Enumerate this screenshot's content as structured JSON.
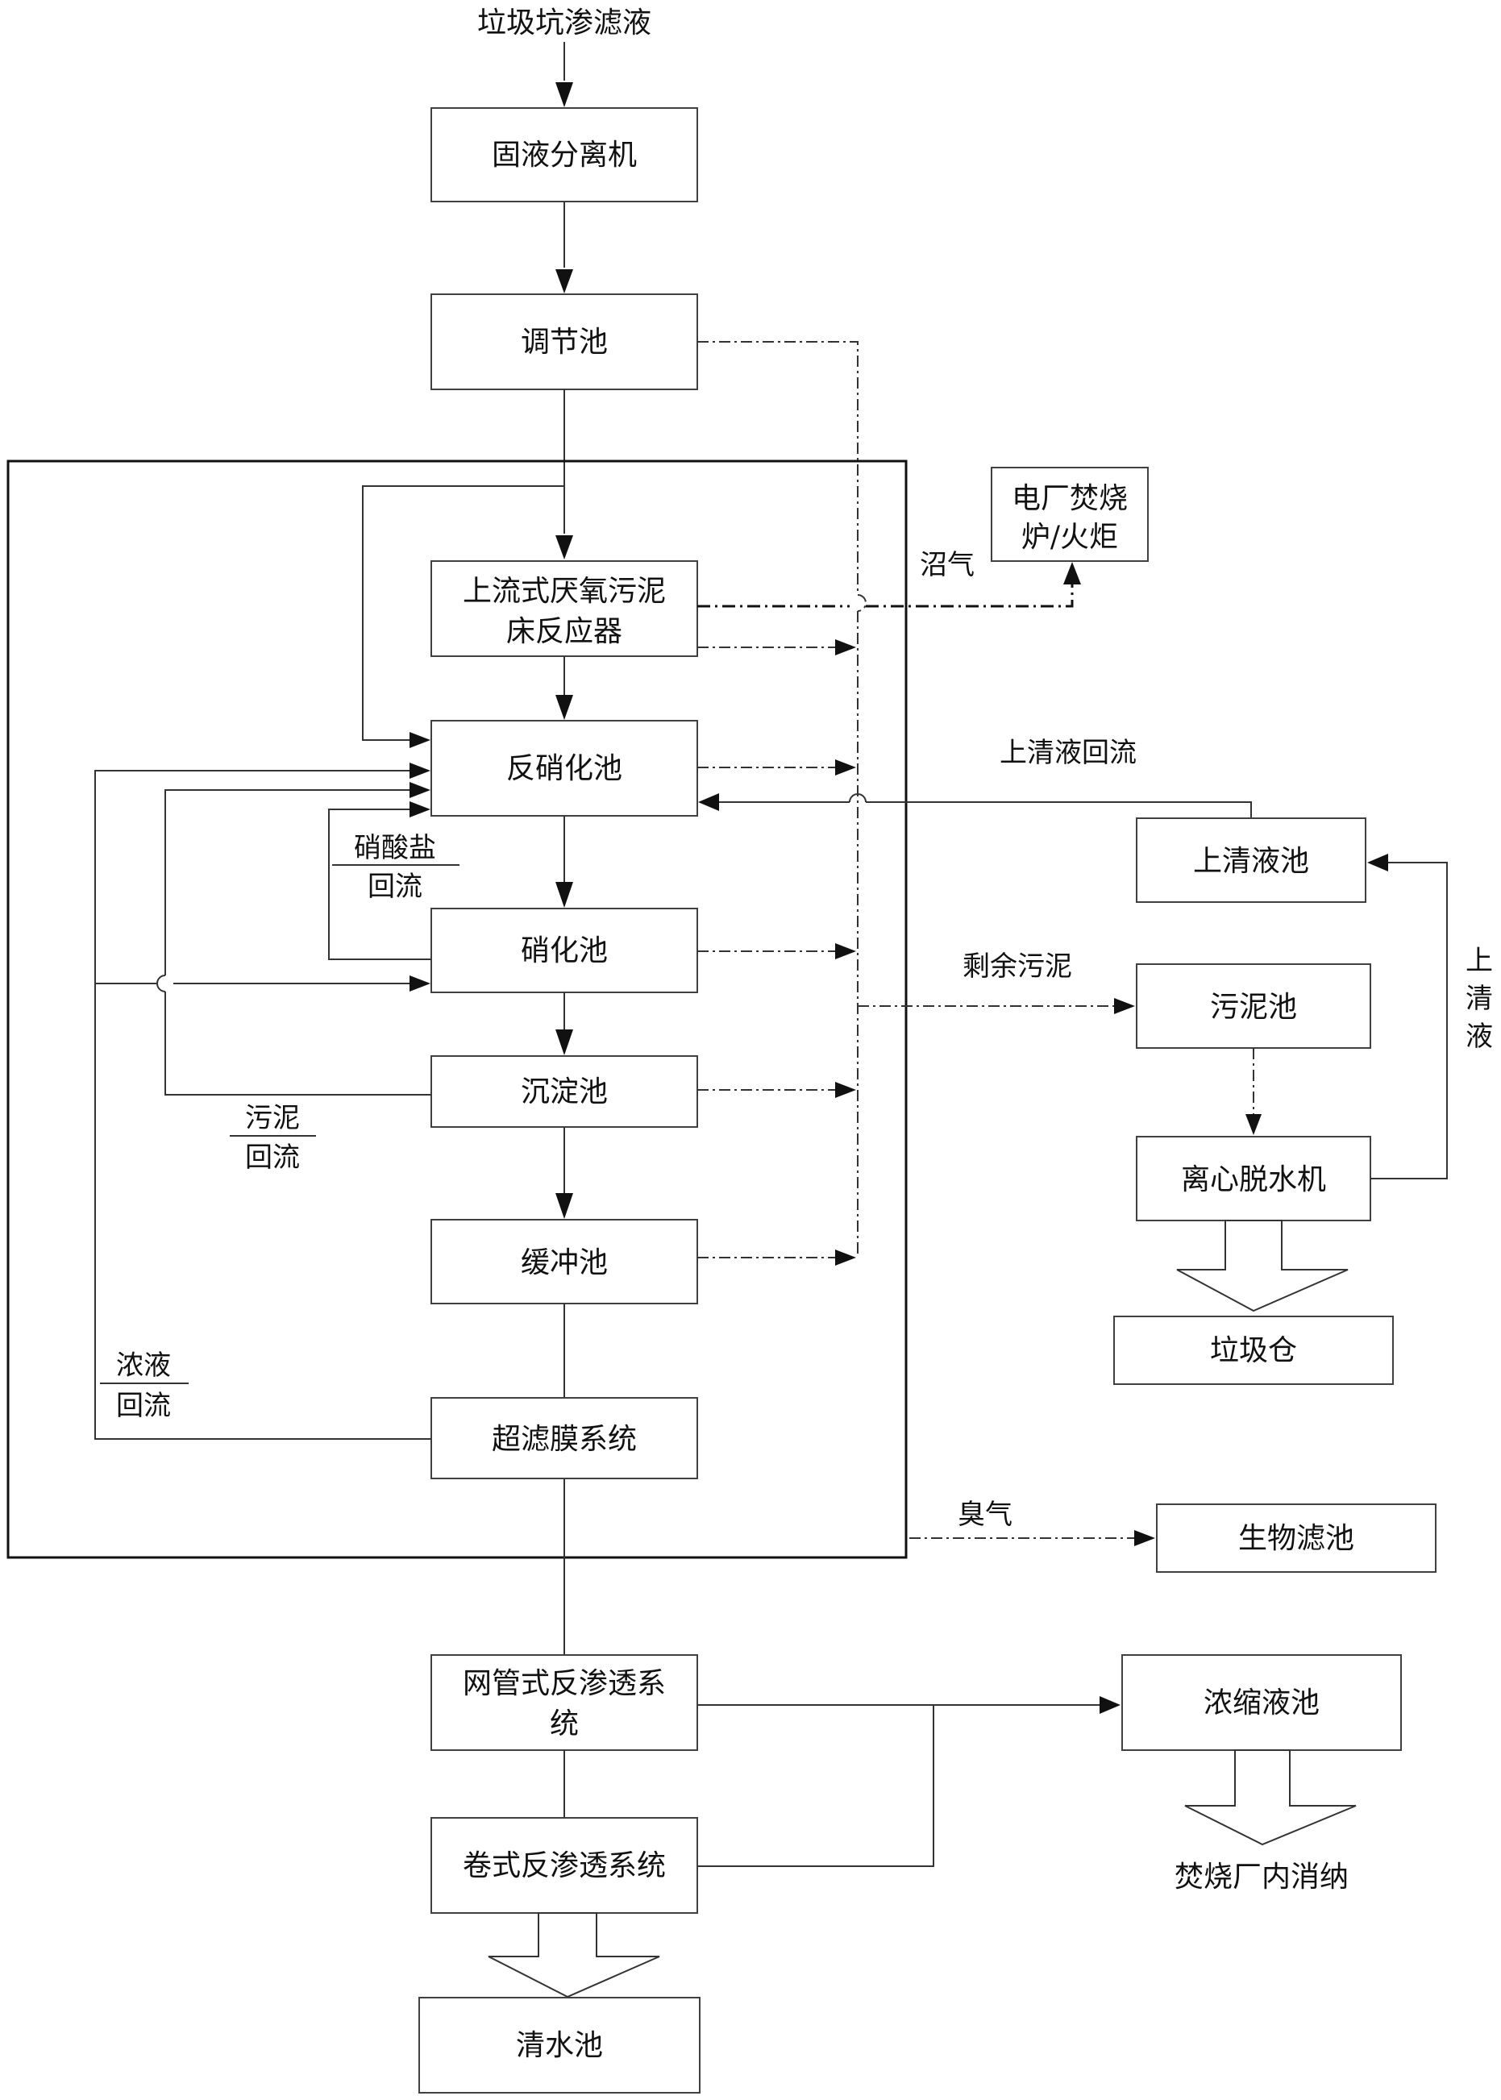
{
  "nodes": {
    "source": "垃圾坑渗滤液",
    "separator": "固液分离机",
    "regulating": "调节池",
    "uasb_line1": "上流式厌氧污泥",
    "uasb_line2": "床反应器",
    "denitrification": "反硝化池",
    "nitrification": "硝化池",
    "sedimentation": "沉淀池",
    "buffer": "缓冲池",
    "ultrafiltration": "超滤膜系统",
    "tubular_ro_line1": "网管式反渗透系",
    "tubular_ro_line2": "统",
    "spiral_ro": "卷式反渗透系统",
    "clean_pool": "清水池",
    "incinerator_line1": "电厂焚烧",
    "incinerator_line2": "炉/火炬",
    "supernatant_pool": "上清液池",
    "sludge_pool": "污泥池",
    "centrifuge": "离心脱水机",
    "garbage_bin": "垃圾仓",
    "biofilter": "生物滤池",
    "concentrate_pool": "浓缩液池",
    "incineration_disposal": "焚烧厂内消纳"
  },
  "labels": {
    "biogas": "沼气",
    "supernatant_return": "上清液回流",
    "excess_sludge": "剩余污泥",
    "supernatant_v1": "上",
    "supernatant_v2": "清",
    "supernatant_v3": "液",
    "nitrate_return_1": "硝酸盐",
    "nitrate_return_2": "回流",
    "sludge_return_1": "污泥",
    "sludge_return_2": "回流",
    "concentrate_return_1": "浓液",
    "concentrate_return_2": "回流",
    "odor": "臭气"
  }
}
